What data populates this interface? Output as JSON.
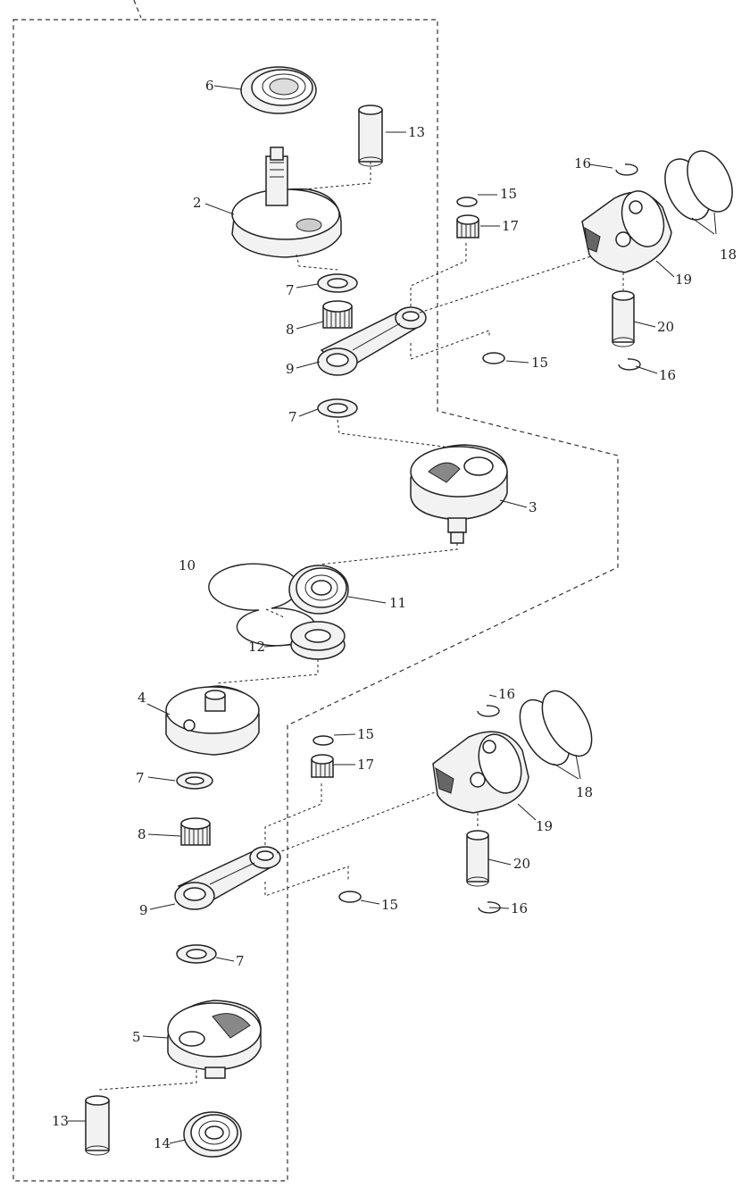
{
  "labels": {
    "p6": "6",
    "p13a": "13",
    "p2": "2",
    "p7a": "7",
    "p8a": "8",
    "p9a": "9",
    "p7b": "7",
    "p15a": "15",
    "p17a": "17",
    "p15b": "15",
    "p16a": "16",
    "p18a": "18",
    "p19a": "19",
    "p20a": "20",
    "p16b": "16",
    "p3": "3",
    "p10": "10",
    "p11": "11",
    "p12": "12",
    "p4": "4",
    "p15c": "15",
    "p17b": "17",
    "p16c": "16",
    "p18b": "18",
    "p19b": "19",
    "p20b": "20",
    "p15d": "15",
    "p16d": "16",
    "p7c": "7",
    "p8b": "8",
    "p9b": "9",
    "p7d": "7",
    "p5": "5",
    "p13b": "13",
    "p14": "14"
  },
  "colors": {
    "ink": "#222222",
    "part_fill": "#f2f2f2",
    "background": "#ffffff"
  }
}
